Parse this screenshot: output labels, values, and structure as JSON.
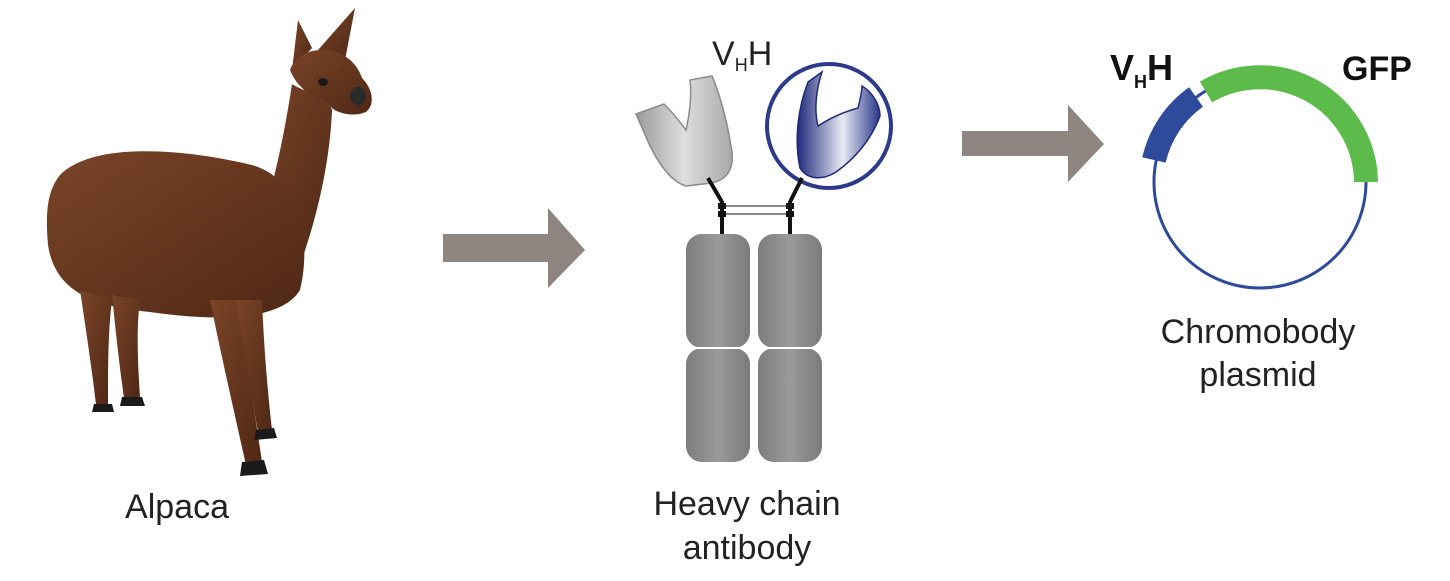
{
  "colors": {
    "arrow": "#8f8580",
    "alpaca_fur": "#6b3a22",
    "constant_domain": "#8a8a8a",
    "vhh_gray": "#b4b4b4",
    "vhh_blue": "#2d3a8c",
    "plasmid_blue": "#2e4a9a",
    "gfp_green": "#5cbb4a"
  },
  "alpaca": {
    "label": "Alpaca",
    "icon": "alpaca-image"
  },
  "antibody": {
    "vhh_main": "V",
    "vhh_sub": "H",
    "vhh_tail": "H",
    "label_line1": "Heavy chain",
    "label_line2": "antibody"
  },
  "plasmid": {
    "vhh_main": "V",
    "vhh_sub": "H",
    "vhh_tail": "H",
    "gfp": "GFP",
    "label_line1": "Chromobody",
    "label_line2": "plasmid"
  }
}
